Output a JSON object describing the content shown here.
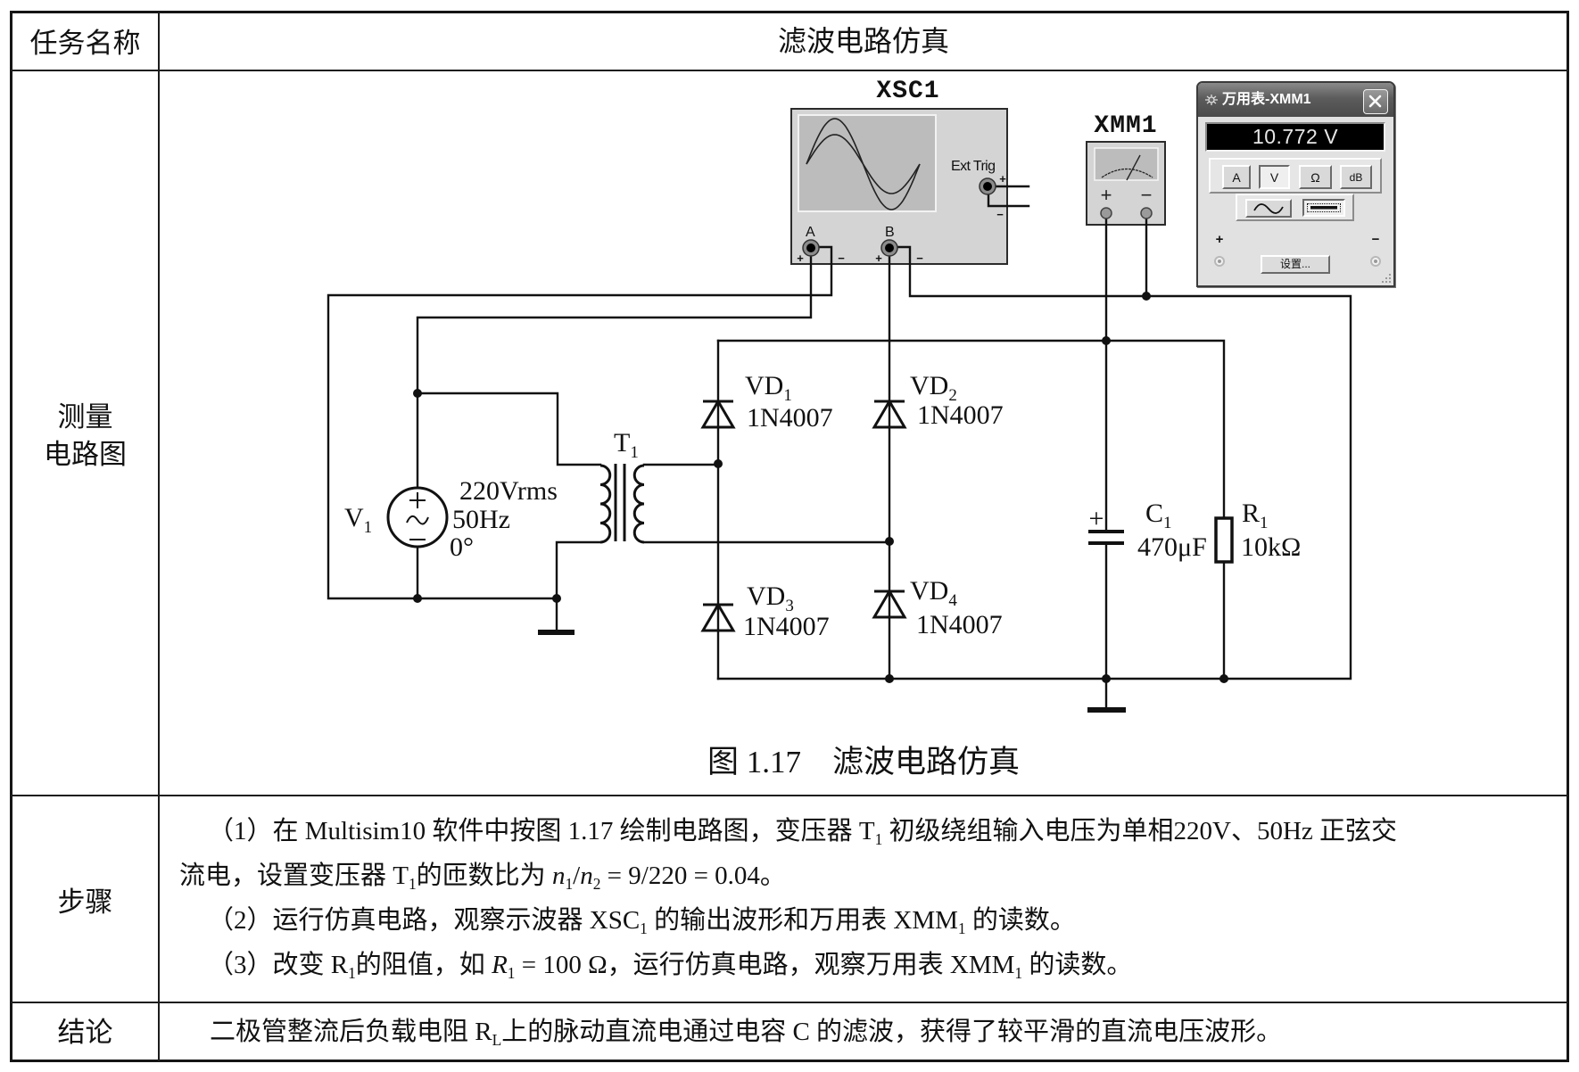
{
  "header": {
    "label": "任务名称",
    "title": "滤波电路仿真"
  },
  "rows": {
    "circuit": {
      "label_line1": "测量",
      "label_line2": "电路图"
    },
    "steps": {
      "label": "步骤"
    },
    "conclusion": {
      "label": "结论"
    }
  },
  "figure": {
    "caption": "图 1.17　滤波电路仿真",
    "oscilloscope": {
      "ref": "XSC1",
      "ext_trig_label": "Ext Trig",
      "channel_a": "A",
      "channel_b": "B",
      "plus": "+",
      "minus": "−"
    },
    "multimeter": {
      "ref": "XMM1",
      "plus": "+",
      "minus": "−"
    },
    "multimeter_panel": {
      "title": "万用表-XMM1",
      "reading": "10.772 V",
      "modes": [
        {
          "label": "A",
          "active": false
        },
        {
          "label": "V",
          "active": true
        },
        {
          "label": "Ω",
          "active": false
        },
        {
          "label": "dB",
          "active": false
        }
      ],
      "signal_types": [
        {
          "icon": "sine-wave-icon",
          "active": false
        },
        {
          "icon": "dc-line-icon",
          "active": true
        }
      ],
      "settings_label": "设置...",
      "plus": "+",
      "minus": "−"
    },
    "source": {
      "ref": "V",
      "sub": "1",
      "amplitude": "220Vrms",
      "frequency": "50Hz",
      "phase": "0°"
    },
    "transformer": {
      "ref": "T",
      "sub": "1"
    },
    "diodes": [
      {
        "ref": "VD",
        "sub": "1",
        "part": "1N4007"
      },
      {
        "ref": "VD",
        "sub": "2",
        "part": "1N4007"
      },
      {
        "ref": "VD",
        "sub": "3",
        "part": "1N4007"
      },
      {
        "ref": "VD",
        "sub": "4",
        "part": "1N4007"
      }
    ],
    "capacitor": {
      "ref": "C",
      "sub": "1",
      "value": "470μF",
      "polarity": "+"
    },
    "resistor": {
      "ref": "R",
      "sub": "1",
      "value": "10kΩ"
    }
  },
  "steps": {
    "lines": [
      {
        "segs": [
          {
            "t": "（1）在 Multisim10 软件中按图 1.17 绘制电路图，变压器 T"
          },
          {
            "sub": "1"
          },
          {
            "t": " 初级绕组输入电压为单相220V、50Hz 正弦交"
          }
        ]
      },
      {
        "segs": [
          {
            "t": "流电，设置变压器 T"
          },
          {
            "sub": "1"
          },
          {
            "t": "的匝数比为 "
          },
          {
            "i": "n"
          },
          {
            "sub": "1"
          },
          {
            "t": "/"
          },
          {
            "i": "n"
          },
          {
            "sub": "2"
          },
          {
            "t": " = 9/220 = 0.04。"
          }
        ]
      },
      {
        "segs": [
          {
            "t": "（2）运行仿真电路，观察示波器 XSC"
          },
          {
            "sub": "1"
          },
          {
            "t": " 的输出波形和万用表 XMM"
          },
          {
            "sub": "1"
          },
          {
            "t": " 的读数。"
          }
        ]
      },
      {
        "segs": [
          {
            "t": "（3）改变 R"
          },
          {
            "sub": "1"
          },
          {
            "t": "的阻值，如 "
          },
          {
            "i": "R"
          },
          {
            "sub": "1"
          },
          {
            "t": " = 100 Ω，运行仿真电路，观察万用表 XMM"
          },
          {
            "sub": "1"
          },
          {
            "t": " 的读数。"
          }
        ]
      }
    ]
  },
  "conclusion": {
    "segs": [
      {
        "t": "二极管整流后负载电阻 R"
      },
      {
        "sub": "L"
      },
      {
        "t": "上的脉动直流电通过电容 C 的滤波，获得了较平滑的直流电压波形。"
      }
    ]
  }
}
